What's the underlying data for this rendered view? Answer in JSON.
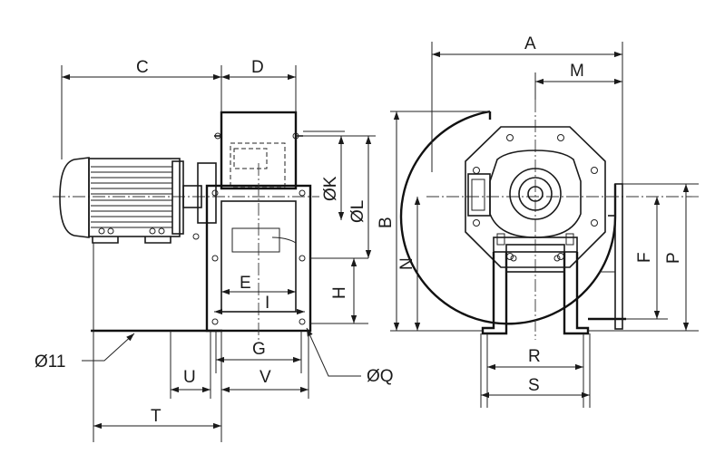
{
  "diagram": {
    "title": "Centrifugal fan dimension drawing",
    "side_view": {
      "labels": {
        "C": "C",
        "D": "D",
        "E": "E",
        "G": "G",
        "H": "H",
        "I": "I",
        "K": "ØK",
        "L": "ØL",
        "Q": "ØQ",
        "T": "T",
        "U": "U",
        "V": "V",
        "hole": "Ø11"
      }
    },
    "front_view": {
      "labels": {
        "A": "A",
        "B": "B",
        "F": "F",
        "M": "M",
        "N": "N",
        "P": "P",
        "R": "R",
        "S": "S"
      }
    }
  }
}
